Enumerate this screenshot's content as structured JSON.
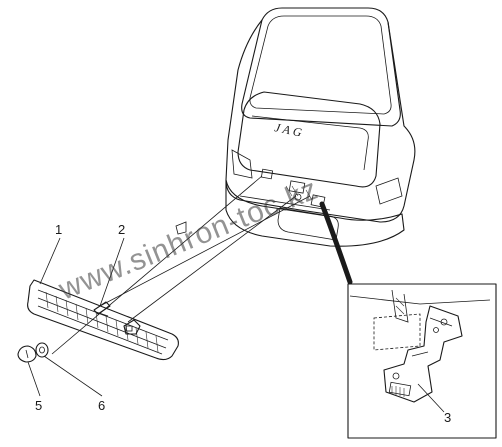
{
  "brand_badge": "JAG",
  "watermark": "www.sinhron-toc.kz",
  "callouts": [
    {
      "num": "1"
    },
    {
      "num": "2"
    },
    {
      "num": "3"
    },
    {
      "num": "5"
    },
    {
      "num": "6"
    }
  ],
  "colors": {
    "line": "#1a1a1a",
    "background": "#ffffff",
    "watermark": "#3a3a3a"
  }
}
